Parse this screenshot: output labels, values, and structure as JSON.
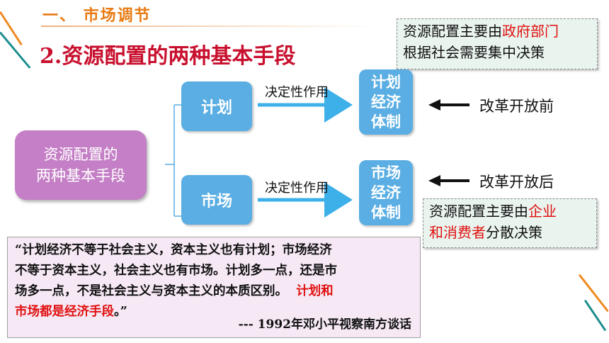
{
  "header": {
    "title": "一、 市场调节"
  },
  "subtitle": "2.资源配置的两种基本手段",
  "note_top": {
    "line1_plain": "资源配置主要由",
    "line1_red": "政府部门",
    "line2": "根据社会需要集中决策"
  },
  "main_box": {
    "line1": "资源配置的",
    "line2": "两种基本手段"
  },
  "plan": {
    "label": "计划",
    "arrow_label": "决定性作用",
    "system": [
      "计划",
      "经济",
      "体制"
    ],
    "era": "改革开放前"
  },
  "market": {
    "label": "市场",
    "arrow_label": "决定性作用",
    "system": [
      "市场",
      "经济",
      "体制"
    ],
    "era": "改革开放后"
  },
  "note_bottom": {
    "line1_plain": "资源配置主要由",
    "line1_red": "企业",
    "line2_red": "和消费者",
    "line2_plain": "分散决策"
  },
  "quote": {
    "line1": "“计划经济不等于社会主义，资本主义也有计划；市场经济",
    "line2": "不等于资本主义，社会主义也有市场。计划多一点，还是市",
    "line3": "场多一点，不是社会主义与资本主义的本质区别。",
    "line3_red": "计划和",
    "line4_red": "市场都是经济手段",
    "line4_end": "。”",
    "source": "--- 1992年邓小平视察南方谈话"
  },
  "colors": {
    "header": "#e87b14",
    "subtitle": "#c8102e",
    "purple": "#c47fc6",
    "blue": "#5aaee3",
    "arrow": "#3db0ea",
    "red": "#e01010"
  }
}
